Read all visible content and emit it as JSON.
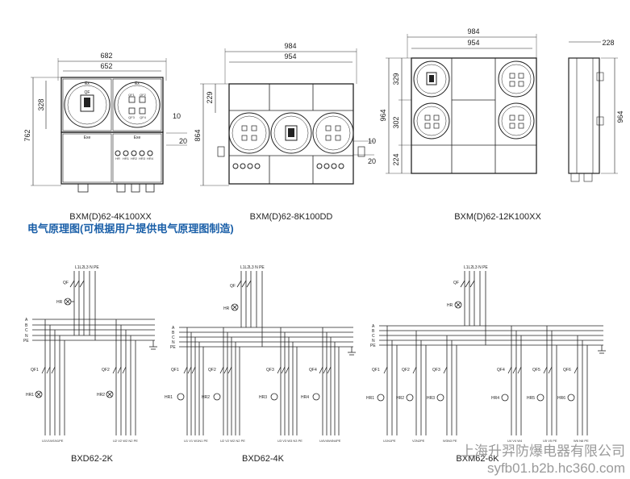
{
  "heading": "电气原理图(可根据用户提供电气原理图制造)",
  "watermark": {
    "company": "上海升羿防爆电器有限公司",
    "url": "syfb01.b2b.hc360.com"
  },
  "enclosures": [
    {
      "model": "BXM(D)62-4K100XX",
      "dims": {
        "width_outer": "682",
        "width_inner": "652",
        "height_total": "762",
        "height_top": "328",
        "side_a": "10",
        "side_b": "20"
      },
      "labels": {
        "qf": "QF",
        "ex": "Ex",
        "exe": "Exe",
        "hr": [
          "HR",
          "HR1",
          "HR2",
          "HR3",
          "HR4"
        ],
        "qf_breakers": [
          "QF1",
          "QF2",
          "QF3",
          "QF4"
        ]
      }
    },
    {
      "model": "BXM(D)62-8K100DD",
      "dims": {
        "width_outer": "984",
        "width_inner": "954",
        "height_total": "864",
        "height_top": "229",
        "side_a": "10",
        "side_b": "20"
      }
    },
    {
      "model": "BXM(D)62-12K100XX",
      "dims": {
        "width_outer": "984",
        "width_inner": "954",
        "height_total": "964",
        "h1": "329",
        "h2": "302",
        "h3": "224",
        "side_width": "228",
        "side_height": "964"
      }
    }
  ],
  "schematics": [
    {
      "model": "BXD62-2K",
      "outputs": [
        "U1V1W1N1PE",
        "U2 V2 W2 N2 PE"
      ],
      "breakers": [
        "QF1",
        "QF2"
      ],
      "lamps": [
        "HR1",
        "HR2"
      ]
    },
    {
      "model": "BXD62-4K",
      "outputs": [
        "U1 V1 W1N1 PE",
        "U2 V2 W2 N2 PE",
        "U3 V3 W3 N3 PE",
        "U4V4W4N4PE"
      ],
      "breakers": [
        "QF1",
        "QF2",
        "QF3",
        "QF4"
      ],
      "lamps": [
        "HR1",
        "HR2",
        "HR3",
        "HR4"
      ]
    },
    {
      "model": "BXM62-6K",
      "outputs": [
        "U1N1PE",
        "V2N2PE",
        "W3N3 PE",
        "U4 V4 W4",
        "U5 V5 PE",
        "W6 N6 PE"
      ],
      "breakers": [
        "QF1",
        "QF2",
        "QF3",
        "QF4",
        "QF5",
        "QF6"
      ],
      "lamps": [
        "HR1",
        "HR2",
        "HR3",
        "HR4",
        "HR5",
        "HR6"
      ]
    }
  ],
  "schematic_labels": {
    "bus": [
      "A",
      "B",
      "C",
      "N",
      "PE"
    ],
    "inputs": "L1L2L3 N PE",
    "main_breaker": "QF",
    "main_lamp": "HR"
  }
}
